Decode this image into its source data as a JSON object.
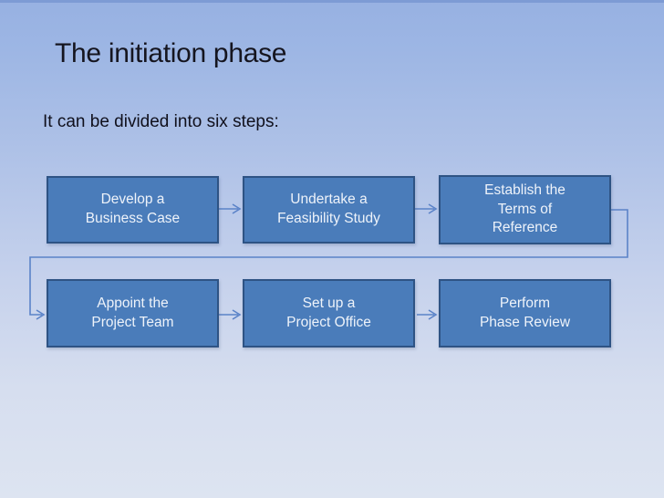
{
  "slide": {
    "title": "The initiation phase",
    "subtitle": "It can be divided into six steps:"
  },
  "flowchart": {
    "steps": [
      {
        "label": "Develop a\nBusiness Case"
      },
      {
        "label": "Undertake a\nFeasibility Study"
      },
      {
        "label": "Establish the\nTerms of\nReference"
      },
      {
        "label": "Appoint the\nProject Team"
      },
      {
        "label": "Set up a\nProject Office"
      },
      {
        "label": "Perform\nPhase Review"
      }
    ]
  },
  "colors": {
    "background_top": "#97b1e2",
    "background_bottom": "#dde4f1",
    "top_strip": "#7d9bd4",
    "box_fill": "#4a7cba",
    "box_border": "#2e5384",
    "box_text": "#eef3fa",
    "connector": "#5b83c8",
    "title_text": "#15151f"
  }
}
